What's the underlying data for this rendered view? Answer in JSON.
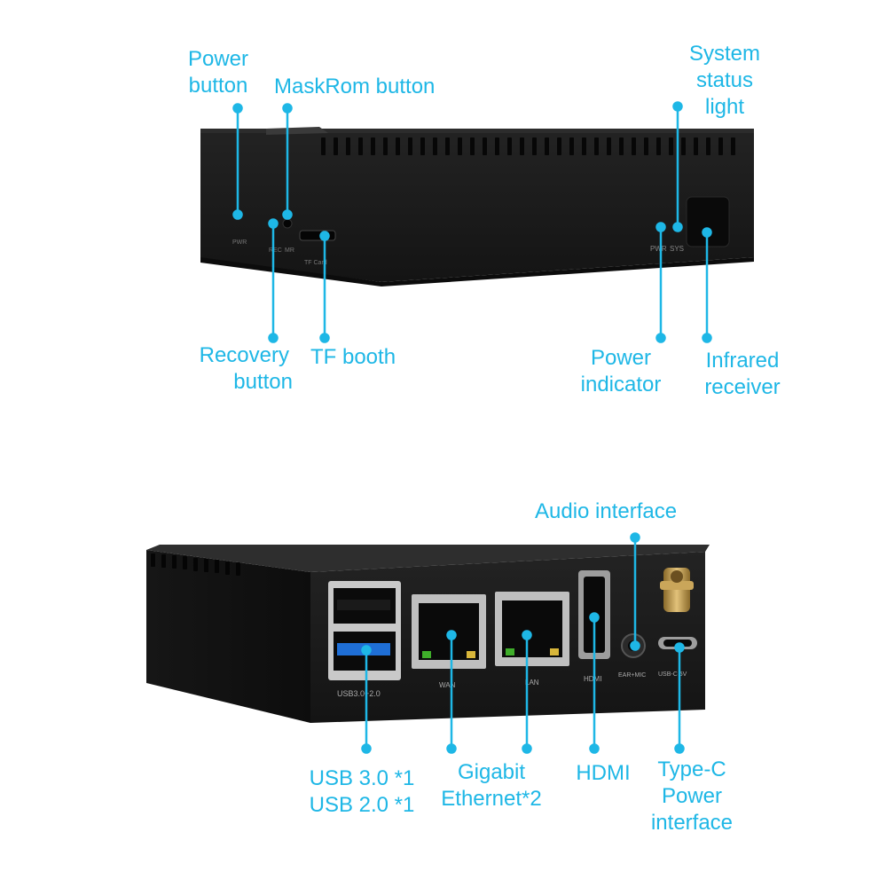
{
  "accent_color": "#1eb7e6",
  "device_color": "#1b1b1b",
  "top_view": {
    "port_marks": {
      "pwr": "PWR",
      "rec": "REC",
      "mr": "MR",
      "tf": "TF Card",
      "pwr_led": "PWR",
      "sys_led": "SYS"
    },
    "labels": {
      "power_button": [
        "Power",
        "button"
      ],
      "maskrom_button": "MaskRom button",
      "system_status_light": [
        "System",
        "status",
        "light"
      ],
      "recovery_button": [
        "Recovery",
        "button"
      ],
      "tf_booth": "TF booth",
      "power_indicator": [
        "Power",
        "indicator"
      ],
      "infrared_receiver": [
        "Infrared",
        "receiver"
      ]
    }
  },
  "bottom_view": {
    "port_marks": {
      "usb": "USB3.0+2.0",
      "wan": "WAN",
      "lan": "LAN",
      "hdmi": "HDMI",
      "ear_mic": "EAR+MIC",
      "usb_c": "USB-C 5V"
    },
    "labels": {
      "audio_interface": "Audio interface",
      "usb": [
        "USB 3.0 *1",
        "USB 2.0 *1"
      ],
      "gigabit_ethernet": [
        "Gigabit",
        "Ethernet*2"
      ],
      "hdmi": "HDMI",
      "type_c_power": [
        "Type-C",
        "Power",
        "interface"
      ]
    }
  }
}
